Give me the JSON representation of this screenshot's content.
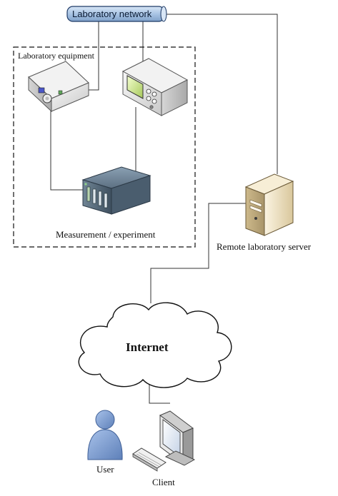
{
  "network": {
    "label": "Laboratory network"
  },
  "equipment_group": {
    "label": "Laboratory equipment",
    "caption": "Measurement / experiment"
  },
  "server": {
    "label": "Remote laboratory server"
  },
  "cloud": {
    "label": "Internet"
  },
  "user": {
    "label": "User"
  },
  "client": {
    "label": "Client"
  },
  "icons": {
    "instrument_left": "function-generator-icon",
    "instrument_right": "oscilloscope-icon",
    "measurement_unit": "rack-unit-icon",
    "server": "server-tower-icon",
    "user": "user-icon",
    "client": "workstation-icon",
    "keyboard": "keyboard-icon"
  },
  "colors": {
    "network_bar": "#a9c4e4",
    "user_figure": "#7f9fd1",
    "server_body": "#f1e6c8",
    "rack_unit": "#5d7082"
  }
}
